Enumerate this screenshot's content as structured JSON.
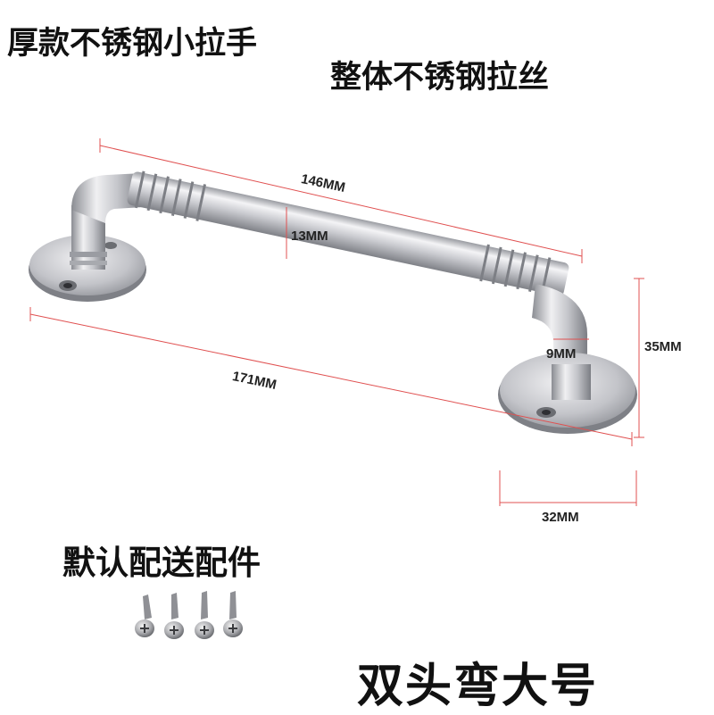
{
  "product": {
    "title_line1": "厚款不锈钢小拉手",
    "title_line2": "整体不锈钢拉丝",
    "accessories_label": "默认配送配件",
    "model_label": "双头弯大号"
  },
  "dimensions": {
    "inner_length": "146MM",
    "bar_diameter": "13MM",
    "overall_length": "171MM",
    "neck_diameter": "9MM",
    "height": "35MM",
    "base_diameter": "32MM"
  },
  "accessories": {
    "screw_count": 4
  },
  "colors": {
    "dimension_line": "#e05050",
    "steel_light": "#f2f2f4",
    "steel_mid": "#c7c8cc",
    "steel_dark": "#8e9096",
    "text": "#111111"
  }
}
